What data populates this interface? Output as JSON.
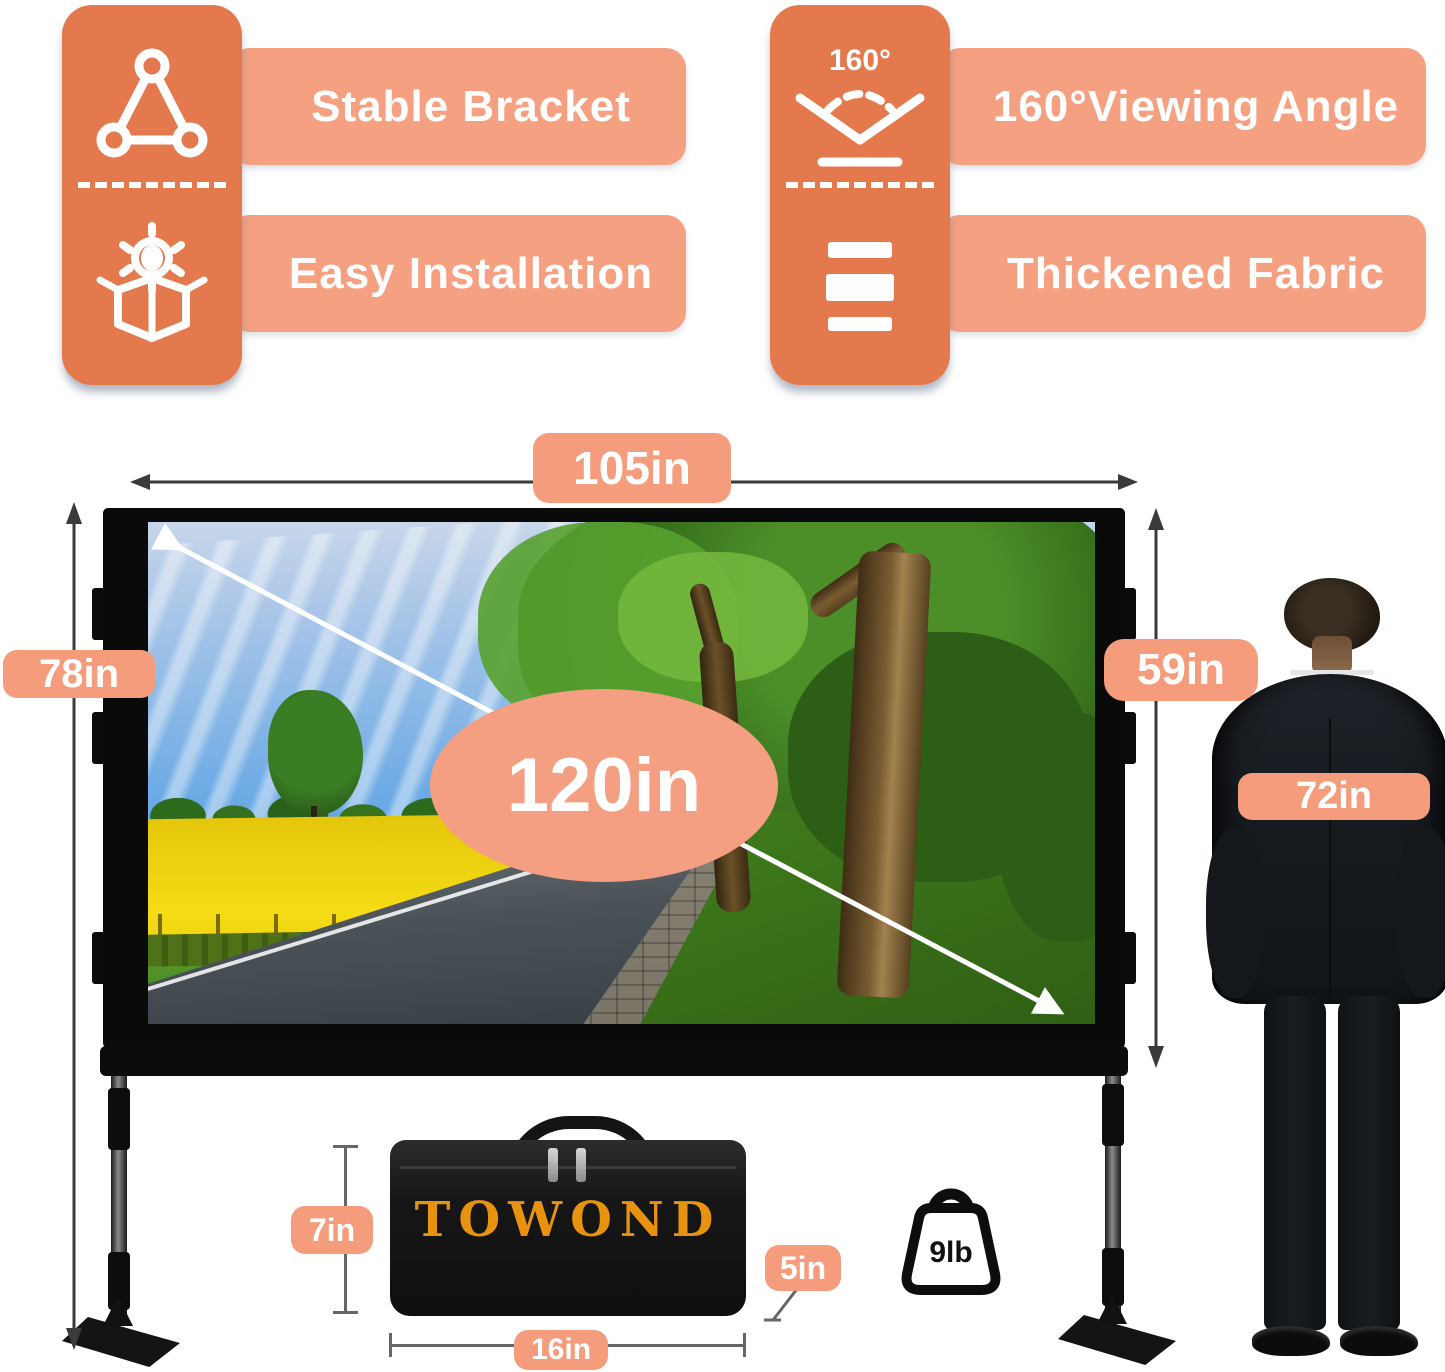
{
  "features": {
    "left": [
      {
        "icon": "triangle-bracket-icon",
        "label": "Stable Bracket"
      },
      {
        "icon": "gear-box-icon",
        "label": "Easy Installation"
      }
    ],
    "right": [
      {
        "icon": "viewing-angle-icon",
        "icon_text": "160°",
        "label": "160°Viewing Angle"
      },
      {
        "icon": "layers-icon",
        "label": "Thickened Fabric"
      }
    ]
  },
  "dimensions": {
    "width": "105in",
    "total_height": "78in",
    "screen_height": "59in",
    "diagonal": "120in",
    "man_height": "72in"
  },
  "bag": {
    "brand": "TOWOND",
    "height": "7in",
    "depth": "5in",
    "length": "16in",
    "weight": "9lb"
  },
  "colors": {
    "accent_dark": "#E5794E",
    "accent_light": "#F5A081",
    "badge": "#F49C7B",
    "ellipse": "#F49E82",
    "brand_text": "#E8930F"
  }
}
